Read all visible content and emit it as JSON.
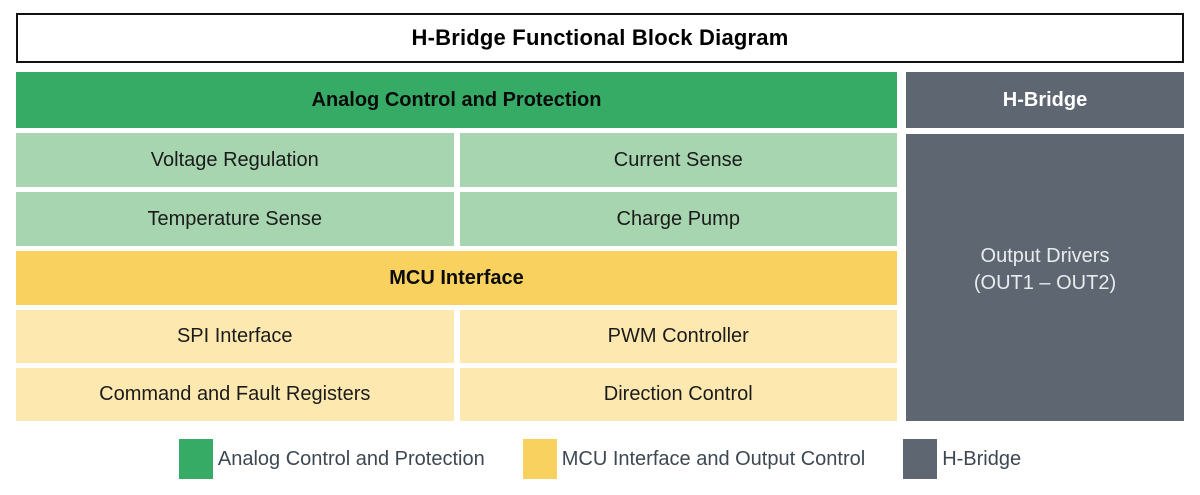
{
  "title": "H-Bridge Functional Block Diagram",
  "sections": {
    "analog": {
      "header": "Analog Control and Protection",
      "cells": [
        "Voltage Regulation",
        "Current Sense",
        "Temperature Sense",
        "Charge Pump"
      ]
    },
    "mcu": {
      "header": "MCU Interface",
      "cells": [
        "SPI Interface",
        "PWM Controller",
        "Command and Fault Registers",
        "Direction Control"
      ]
    },
    "hbridge": {
      "header": "H-Bridge",
      "block_line1": "Output Drivers",
      "block_line2": "(OUT1 – OUT2)"
    }
  },
  "legend": {
    "items": [
      {
        "label": "Analog Control and Protection",
        "color": "#35ab66"
      },
      {
        "label": "MCU Interface and Output Control",
        "color": "#f8d15f"
      },
      {
        "label": "H-Bridge",
        "color": "#5e6771"
      }
    ]
  },
  "colors": {
    "analog_header": "#35ab66",
    "analog_cell": "#a6d5b0",
    "mcu_header": "#f8d15f",
    "mcu_cell": "#fde9b0",
    "hbridge": "#5e6771",
    "legend_text": "#3d4852"
  }
}
